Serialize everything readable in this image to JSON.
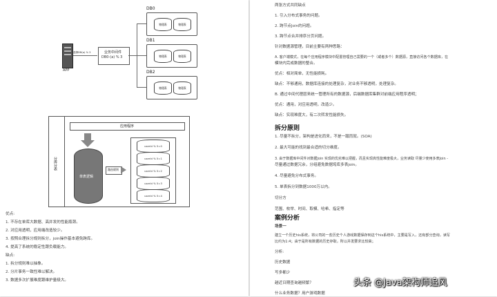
{
  "top_diagram": {
    "db_labels": [
      "DB0",
      "DB1",
      "DB2"
    ],
    "cylinder_label": "物理表",
    "server_line1": "业务中间件",
    "server_line2": "DB0-(a) % 3",
    "arrow_text": "选择DB(a) % 3",
    "app_label": "APP"
  },
  "bottom_diagram": {
    "app_title": "应用程序",
    "side_label": "分库分表",
    "big_cylinder_label": "单表逻辑",
    "route_label": "路由规则",
    "shards": [
      "userId % 5=0",
      "userId % 5=1",
      "userId % 5=2",
      "userId % 5=3",
      "userId % 5=4"
    ]
  },
  "left_text": {
    "youdian": "优点:",
    "pros": [
      "1. 不存在单库大数据、高并发的性能瓶颈。",
      "2. 对应用透明，应用端改造较少。",
      "3. 按照合理拆分规则拆分，join操作基本避免跨库。",
      "4. 提高了系统的稳定性跟负载能力。"
    ],
    "quedian": "缺点:",
    "cons": [
      "1. 拆分规则难以抽象。",
      "2. 分片事务一致性难以解决。",
      "3. 数据多次扩展难度跟维护量极大。"
    ]
  },
  "right_text": {
    "intro": "两张方式共同缺点",
    "common": [
      "1. 引入分布式事务的问题。",
      "2. 跨节点Join的问题。",
      "3. 跨节点合并排序分页问题。"
    ],
    "manage": "针对数据源管理，目前主要有两种思路：",
    "a_mode": "A. 客户端模式，在每个应用程序模块中配置管理自己需要的一个（或者多个）数据源，直接访问各个数据库，在",
    "a_mode2": "模块内完成数据的整合。",
    "a_pro": "优点：相对简单，无性能损耗。",
    "a_con": "缺点：不够通用，数据库连接的处理复杂，对业务不够透明，处理复杂。",
    "b_mode": "B. 通过中间代理层来统一管理所有的数据源，后端数据库集群对前端应用程序透明；",
    "b_pro": "优点：通用，对应用透明，改造少。",
    "b_con": "缺点：实现难度大，有二次转发性能损失。",
    "split_title": "拆分原则",
    "principles": [
      "1. 尽量不拆分，架构是进化而来，不是一蹴而就。(SOA)",
      "2. 最大可能的找到最合适的切分维度。",
      "3. 由于数据库中间件对数据Join 实现的优劣难以把握，而且实现高性能难度极大，业务读取 尽量少使用多表Join -",
      "尽量通过数据冗余，分组避免数据垮库多表join。",
      "4. 尽量避免分布式事务。",
      "5. 单表拆分到数据1000万以内。"
    ],
    "cut_point": "切分方",
    "cut_items": "范围、枚举、时间、取模、哈希、指定等",
    "case_title": "案例分析",
    "scene": "场景一",
    "scene_desc": "建立一个历史his系统，将公司的一些历史个人游戏数据保存到这个his系统中，主要是写入，还有部分查询，读写",
    "scene_desc2": "比约为1:4；由于是所有数据的历史存取，所以并发要求比较高；",
    "analysis": "分析:",
    "hist": "历史数据",
    "more_write": "写多都少",
    "question1": "越近日期查询越频繁？",
    "question2": "什么业务数据？用户游戏数据"
  },
  "watermark": "头条 @Java架构师追风"
}
